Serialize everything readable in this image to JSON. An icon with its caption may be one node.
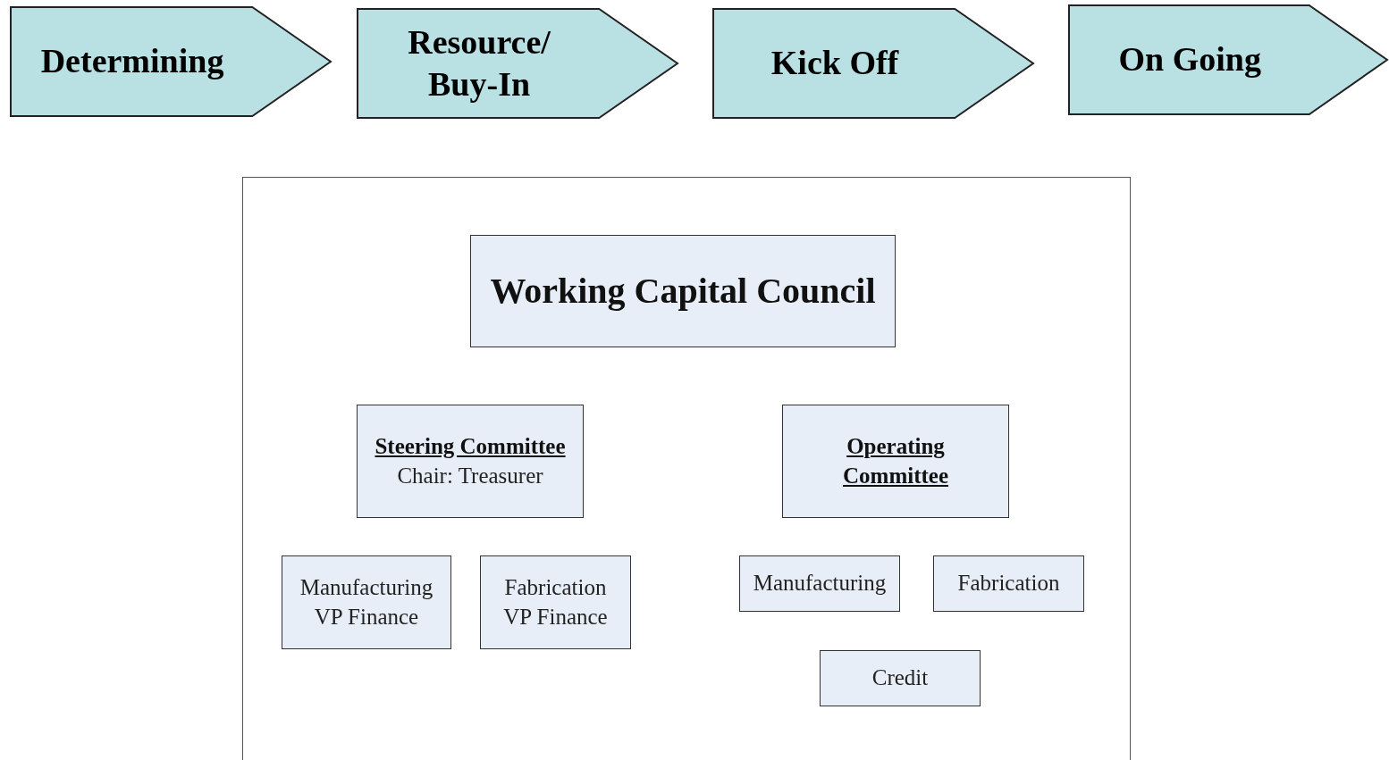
{
  "diagram": {
    "nodes": [
      {
        "text": [
          "Determining"
        ]
      },
      {
        "text": [
          "Resource/ Buy-In"
        ]
      },
      {
        "text": [
          "Kick Off"
        ]
      },
      {
        "text": [
          "On Going"
        ]
      },
      {
        "text": [],
        "shape": "box"
      },
      {
        "text": [
          "Working Capital Council"
        ],
        "in": 4
      },
      {
        "text": [
          "Steering Committee",
          "Chair: Treasurer"
        ],
        "in": 4
      },
      {
        "text": [
          "Operating Committee"
        ],
        "in": 4
      },
      {
        "text": [
          "Manufacturing VP Finance"
        ],
        "in": 4
      },
      {
        "text": [
          "Fabrication VP Finance"
        ],
        "in": 4
      },
      {
        "text": [
          "Manufacturing"
        ],
        "in": 4
      },
      {
        "text": [
          "Fabrication"
        ],
        "in": 4
      },
      {
        "text": [
          "Credit"
        ],
        "in": 4
      }
    ]
  }
}
